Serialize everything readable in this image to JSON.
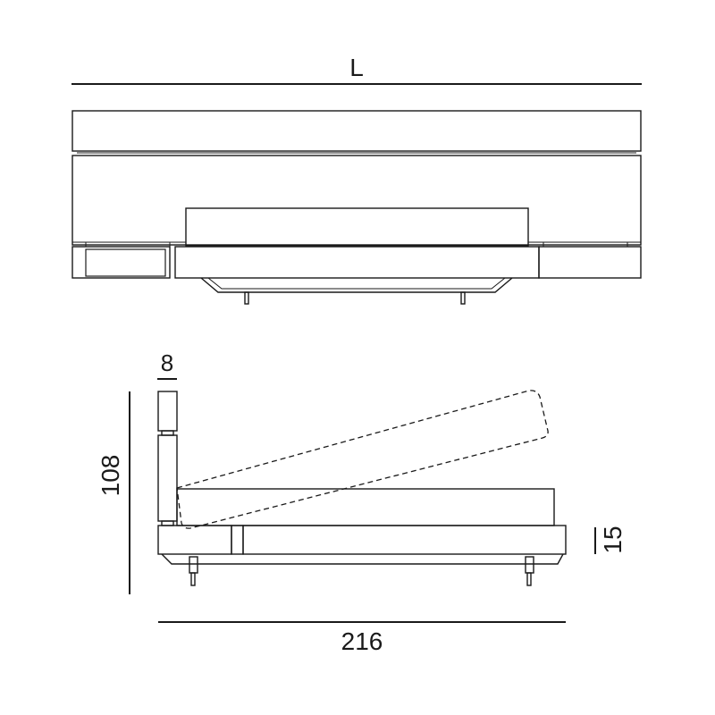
{
  "dimensions": {
    "length_label": "L",
    "headboard_thickness": "8",
    "total_height": "108",
    "total_depth": "216",
    "leg_height": "15"
  },
  "colors": {
    "line": "#1a1a1a",
    "background": "#ffffff"
  }
}
